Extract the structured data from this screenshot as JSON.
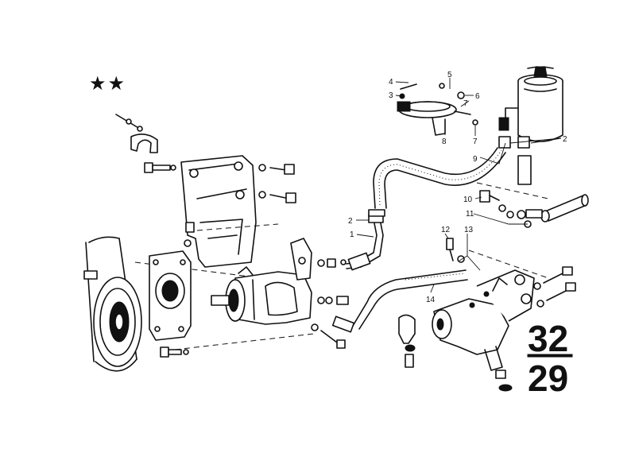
{
  "diagram": {
    "marker": "★★",
    "ref_top": "32",
    "ref_bottom": "29",
    "callouts": [
      {
        "id": "c1",
        "label": "1"
      },
      {
        "id": "c2a",
        "label": "2"
      },
      {
        "id": "c2b",
        "label": "2"
      },
      {
        "id": "c3",
        "label": "3"
      },
      {
        "id": "c4",
        "label": "4"
      },
      {
        "id": "c5",
        "label": "5"
      },
      {
        "id": "c6",
        "label": "6"
      },
      {
        "id": "c7a",
        "label": "7"
      },
      {
        "id": "c7b",
        "label": "7"
      },
      {
        "id": "c8",
        "label": "8"
      },
      {
        "id": "c9",
        "label": "9"
      },
      {
        "id": "c10",
        "label": "10"
      },
      {
        "id": "c11",
        "label": "11"
      },
      {
        "id": "c12",
        "label": "12"
      },
      {
        "id": "c13",
        "label": "13"
      },
      {
        "id": "c14",
        "label": "14"
      }
    ]
  }
}
